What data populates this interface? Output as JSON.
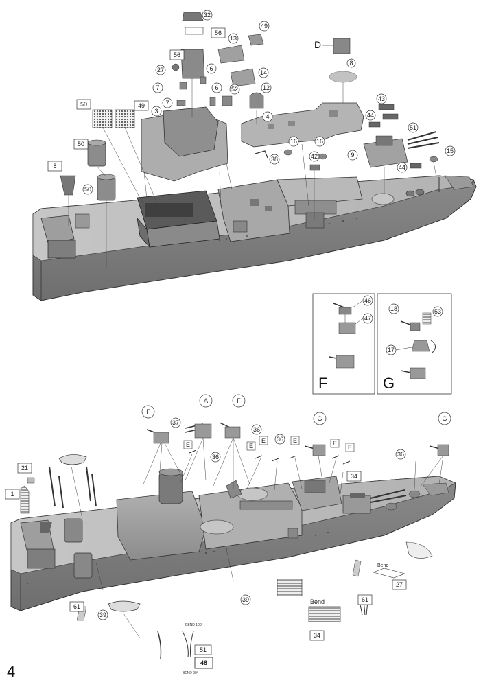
{
  "page_number": "4",
  "top_view": {
    "callouts": [
      "32",
      "56",
      "13",
      "49",
      "56",
      "6",
      "27",
      "14",
      "7",
      "6",
      "12",
      "52",
      "7",
      "50",
      "49",
      "3",
      "4",
      "43",
      "44",
      "51",
      "50",
      "8",
      "16",
      "42",
      "16",
      "38",
      "9",
      "15",
      "44",
      "50"
    ],
    "detail_D": {
      "letter": "D",
      "part": "8"
    }
  },
  "inset_F": {
    "letter": "F",
    "parts": [
      "46",
      "47"
    ]
  },
  "inset_G": {
    "letter": "G",
    "parts": [
      "18",
      "53",
      "17"
    ]
  },
  "bottom_view": {
    "top_letters": [
      "F",
      "A",
      "F",
      "G",
      "G"
    ],
    "e_labels": [
      "E",
      "E",
      "E",
      "E",
      "E",
      "E"
    ],
    "callouts": [
      "37",
      "36",
      "36",
      "36",
      "36",
      "34",
      "21",
      "1",
      "39",
      "61",
      "39",
      "61",
      "27",
      "34"
    ],
    "bend_text": "Bend",
    "bend_text_small": "Bend",
    "wire_label": "51",
    "wire_bend_top": "BEND 180°",
    "wire_bend_bottom": "BEND 90°",
    "part_48": "48"
  }
}
